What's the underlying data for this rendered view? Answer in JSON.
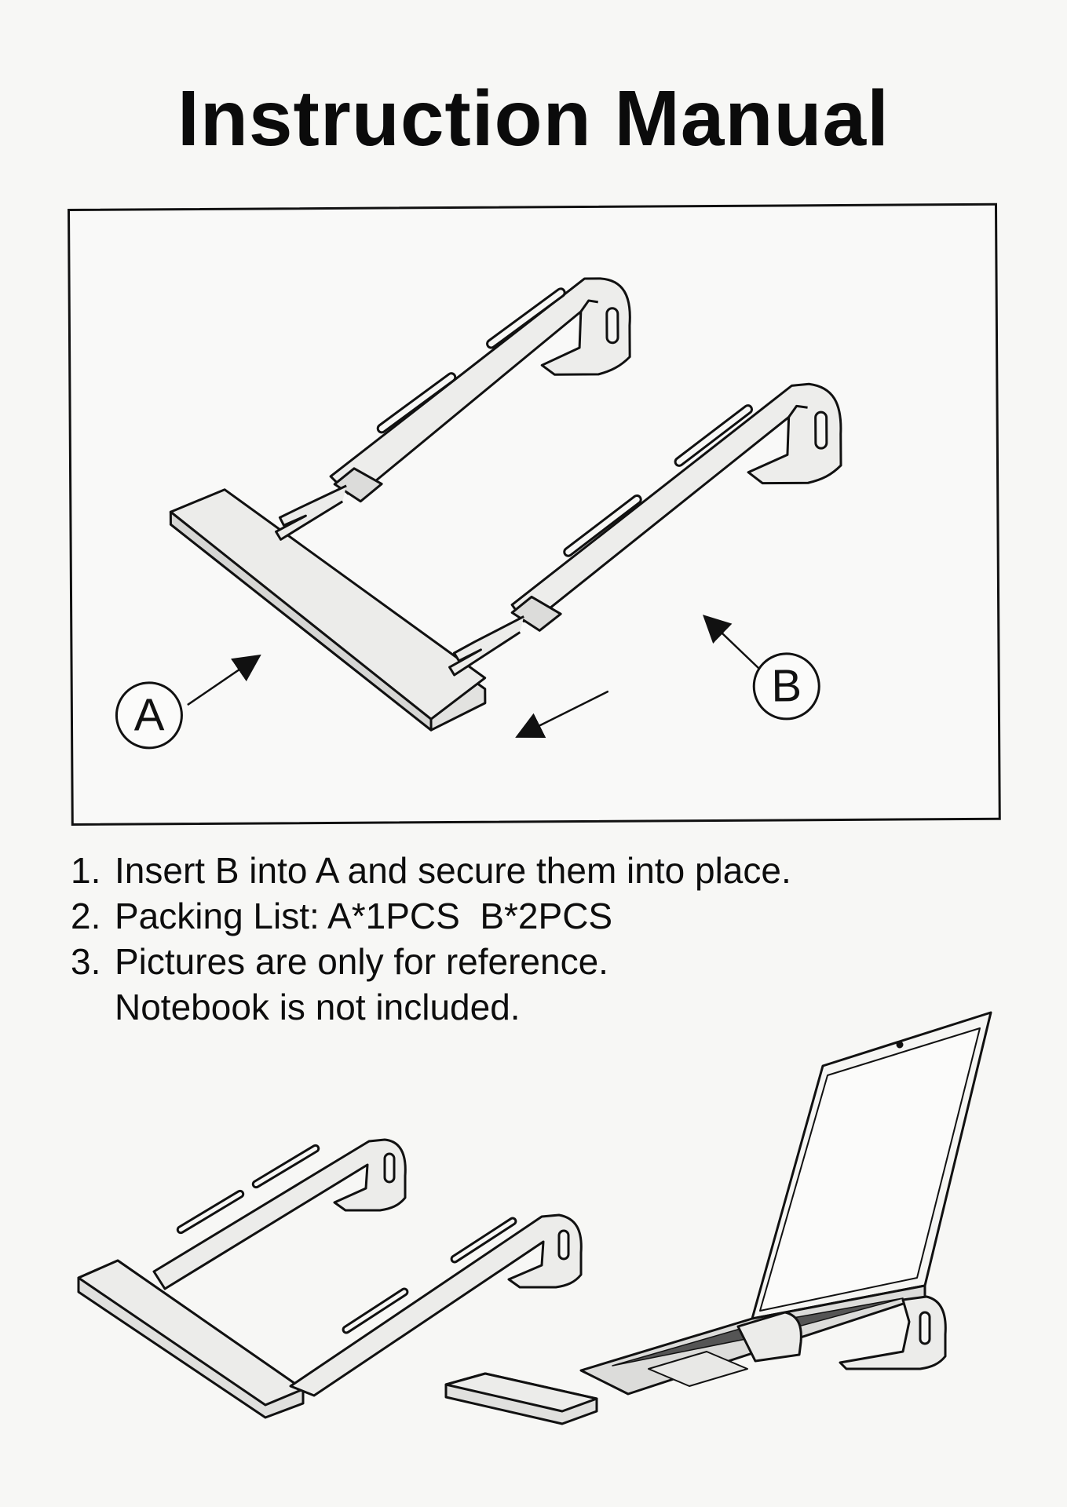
{
  "page": {
    "title": "Instruction Manual"
  },
  "diagram": {
    "label_a": "A",
    "label_b": "B"
  },
  "instructions": [
    {
      "number": "1.",
      "text": "Insert B into A and secure them into place."
    },
    {
      "number": "2.",
      "text": "Packing List: A*1PCS  B*2PCS"
    },
    {
      "number": "3.",
      "text": "Pictures are only for reference."
    },
    {
      "number": "",
      "text": "Notebook is not included."
    }
  ],
  "colors": {
    "ink": "#111111",
    "paper": "#f7f7f5",
    "metal_fill": "#e6e6e4"
  },
  "icons": [
    "laptop-stand-base-icon",
    "laptop-stand-arm-icon",
    "laptop-icon",
    "arrow-icon"
  ]
}
